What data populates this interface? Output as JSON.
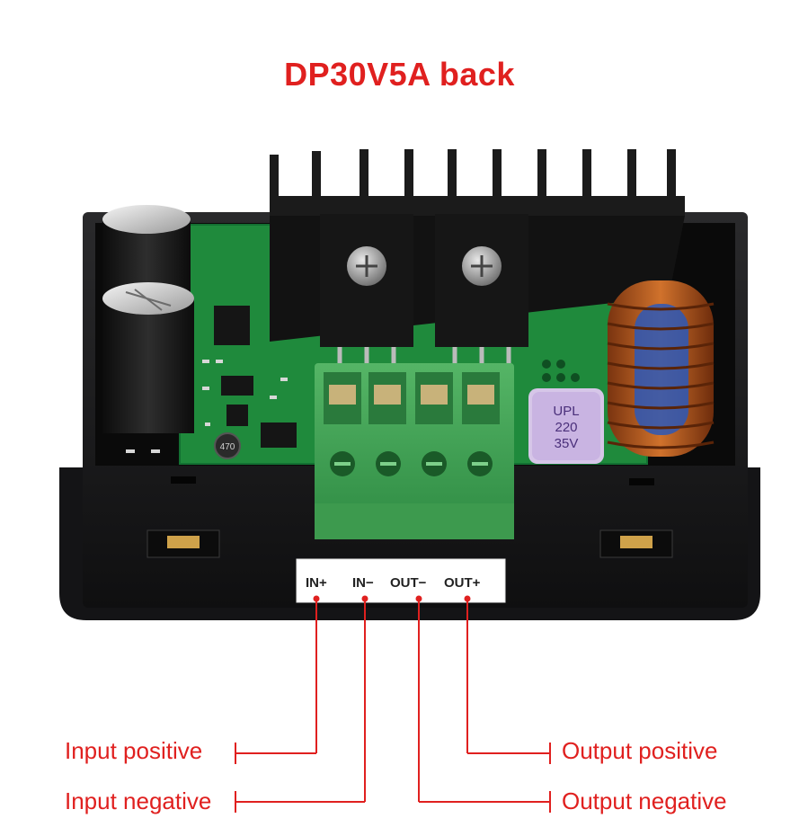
{
  "title": "DP30V5A back",
  "terminal_labels": {
    "in_pos": "IN+",
    "in_neg": "IN−",
    "out_neg": "OUT−",
    "out_pos": "OUT+"
  },
  "capacitor_marking": {
    "brand": "UPL",
    "value": "220",
    "voltage": "35V"
  },
  "inductor_marking": "470",
  "callouts": {
    "input_positive": "Input positive",
    "input_negative": "Input negative",
    "output_positive": "Output positive",
    "output_negative": "Output negative"
  },
  "colors": {
    "accent": "#e0201f",
    "terminal_block": "#3fa653",
    "pcb": "#1f8a3c",
    "heatsink": "#1b1b1b"
  }
}
